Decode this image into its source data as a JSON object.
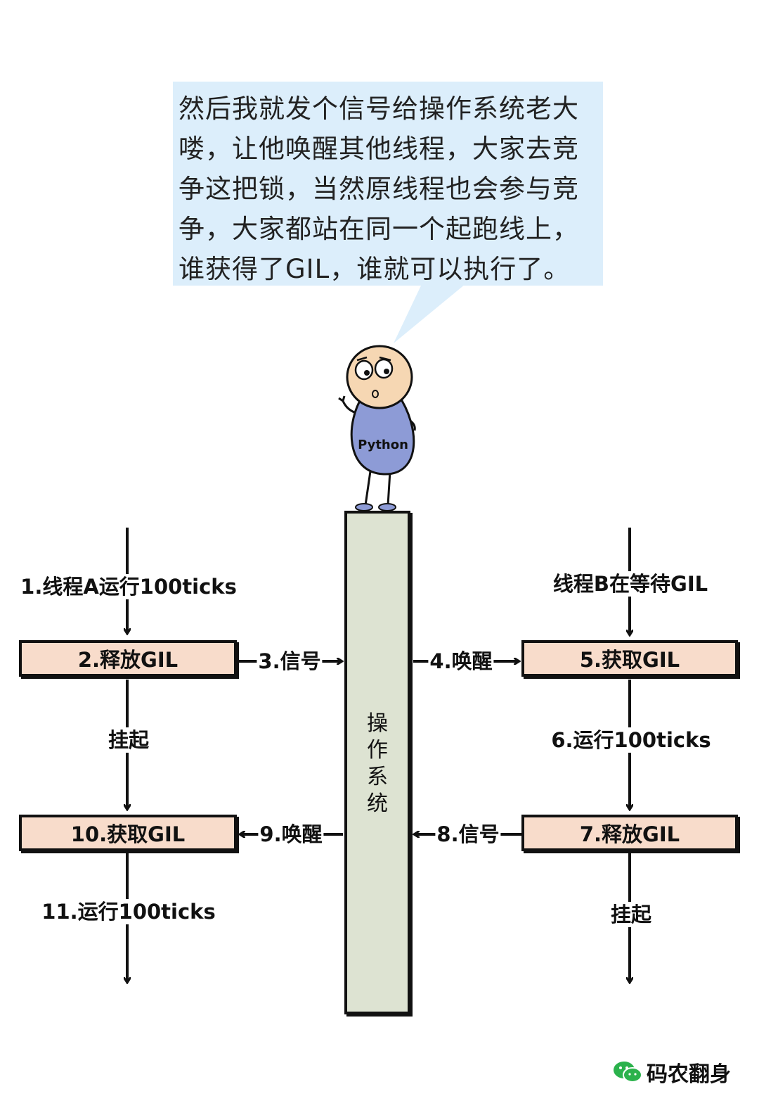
{
  "bubble": {
    "lines": [
      "然后我就发个信号给操作系统老大",
      "喽，让他唤醒其他线程，大家去竞",
      "争这把锁，当然原线程也会参与竞",
      "争，大家都站在同一个起跑线上，",
      "谁获得了GIL，谁就可以执行了。"
    ]
  },
  "character": {
    "label": "Python"
  },
  "os": {
    "label": "操作系统"
  },
  "left": {
    "step1": "1.线程A运行100ticks",
    "box2": "2.释放GIL",
    "suspend": "挂起",
    "box10": "10.获取GIL",
    "step11": "11.运行100ticks"
  },
  "right": {
    "waiting": "线程B在等待GIL",
    "box5": "5.获取GIL",
    "step6": "6.运行100ticks",
    "box7": "7.释放GIL",
    "suspend": "挂起"
  },
  "arrows": {
    "signal3": "3.信号",
    "wake4": "4.唤醒",
    "signal8": "8.信号",
    "wake9": "9.唤醒"
  },
  "watermark": {
    "text": "码农翻身",
    "icon": "wechat-icon"
  },
  "colors": {
    "bubble": "#dceefb",
    "box": "#f8dccb",
    "pillar": "#dde3d2",
    "character": "#8d9bd6",
    "head": "#f6d7b3"
  }
}
